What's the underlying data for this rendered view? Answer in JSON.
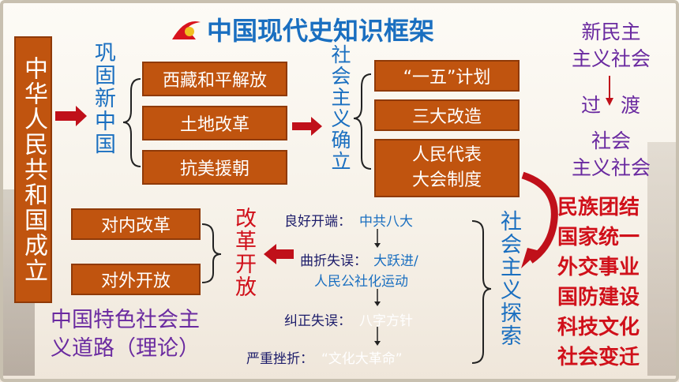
{
  "title": "中国现代史知识框架",
  "prc_box": "中华人民共和国成立",
  "consolidate": "巩固新中国",
  "consolidate_items": [
    "西藏和平解放",
    "土地改革",
    "抗美援朝"
  ],
  "establish": "社会主义确立",
  "establish_items": [
    "“一五”计划",
    "三大改造",
    "人民代表",
    "大会制度"
  ],
  "explore": "社会主义探索",
  "explore_items": [
    {
      "label": "良好开端：",
      "value": "中共八大"
    },
    {
      "label": "曲折失误：",
      "value": "大跃进/",
      "value2": "人民公社化运动"
    },
    {
      "label": "纠正失误：",
      "value": "八字方针"
    },
    {
      "label": "严重挫折：",
      "value": "“文化大革命”"
    }
  ],
  "reform": "改革开放",
  "reform_items": [
    "对内改革",
    "对外开放"
  ],
  "road": [
    "中国特色社会主",
    "义道路（理论）"
  ],
  "right": {
    "new_democracy": [
      "新民主",
      "主义社会"
    ],
    "transition": [
      "过",
      "渡"
    ],
    "socialism": [
      "社会",
      "主义社会"
    ],
    "topics": [
      "民族团结",
      "国家统一",
      "外交事业",
      "国防建设",
      "科技文化",
      "社会变迁"
    ]
  },
  "colors": {
    "box": "#c0540f",
    "blue": "#1a6fc0",
    "purple": "#6a2aa0",
    "red": "#d0101a",
    "arrow": "#c0101a"
  }
}
